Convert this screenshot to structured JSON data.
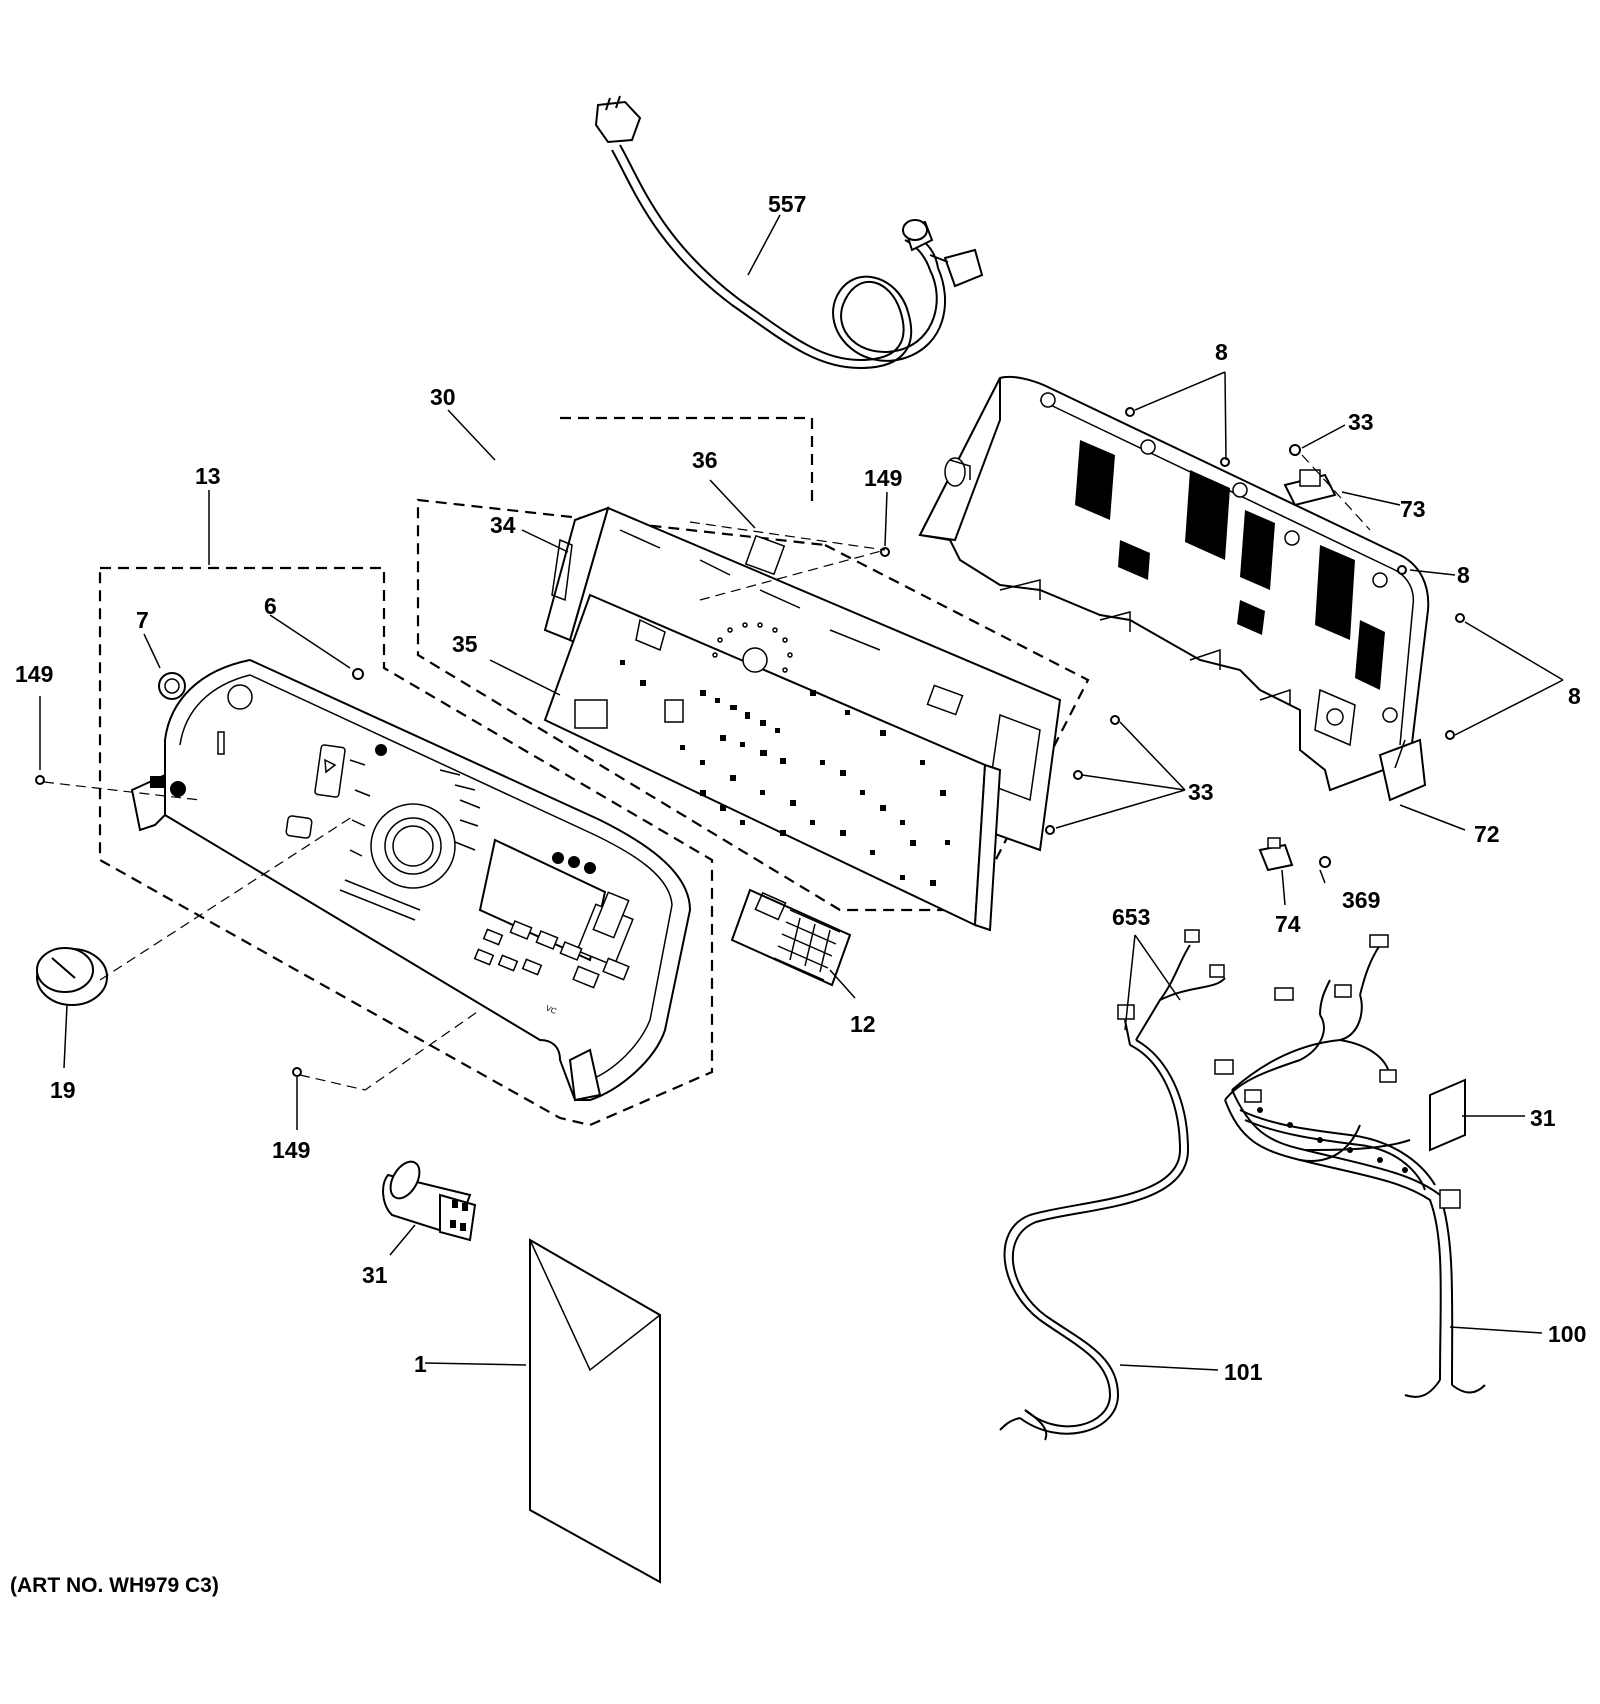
{
  "art_number": "(ART NO. WH979 C3)",
  "callouts": [
    {
      "id": "557",
      "text": "557"
    },
    {
      "id": "8a",
      "text": "8"
    },
    {
      "id": "33a",
      "text": "33"
    },
    {
      "id": "30",
      "text": "30"
    },
    {
      "id": "36",
      "text": "36"
    },
    {
      "id": "149a",
      "text": "149"
    },
    {
      "id": "73",
      "text": "73"
    },
    {
      "id": "13",
      "text": "13"
    },
    {
      "id": "34",
      "text": "34"
    },
    {
      "id": "8b",
      "text": "8"
    },
    {
      "id": "8c",
      "text": "8"
    },
    {
      "id": "7",
      "text": "7"
    },
    {
      "id": "6",
      "text": "6"
    },
    {
      "id": "35",
      "text": "35"
    },
    {
      "id": "149b",
      "text": "149"
    },
    {
      "id": "33b",
      "text": "33"
    },
    {
      "id": "72",
      "text": "72"
    },
    {
      "id": "369",
      "text": "369"
    },
    {
      "id": "653",
      "text": "653"
    },
    {
      "id": "74",
      "text": "74"
    },
    {
      "id": "12",
      "text": "12"
    },
    {
      "id": "19",
      "text": "19"
    },
    {
      "id": "149c",
      "text": "149"
    },
    {
      "id": "31a",
      "text": "31"
    },
    {
      "id": "31b",
      "text": "31"
    },
    {
      "id": "100",
      "text": "100"
    },
    {
      "id": "1",
      "text": "1"
    },
    {
      "id": "101",
      "text": "101"
    }
  ]
}
